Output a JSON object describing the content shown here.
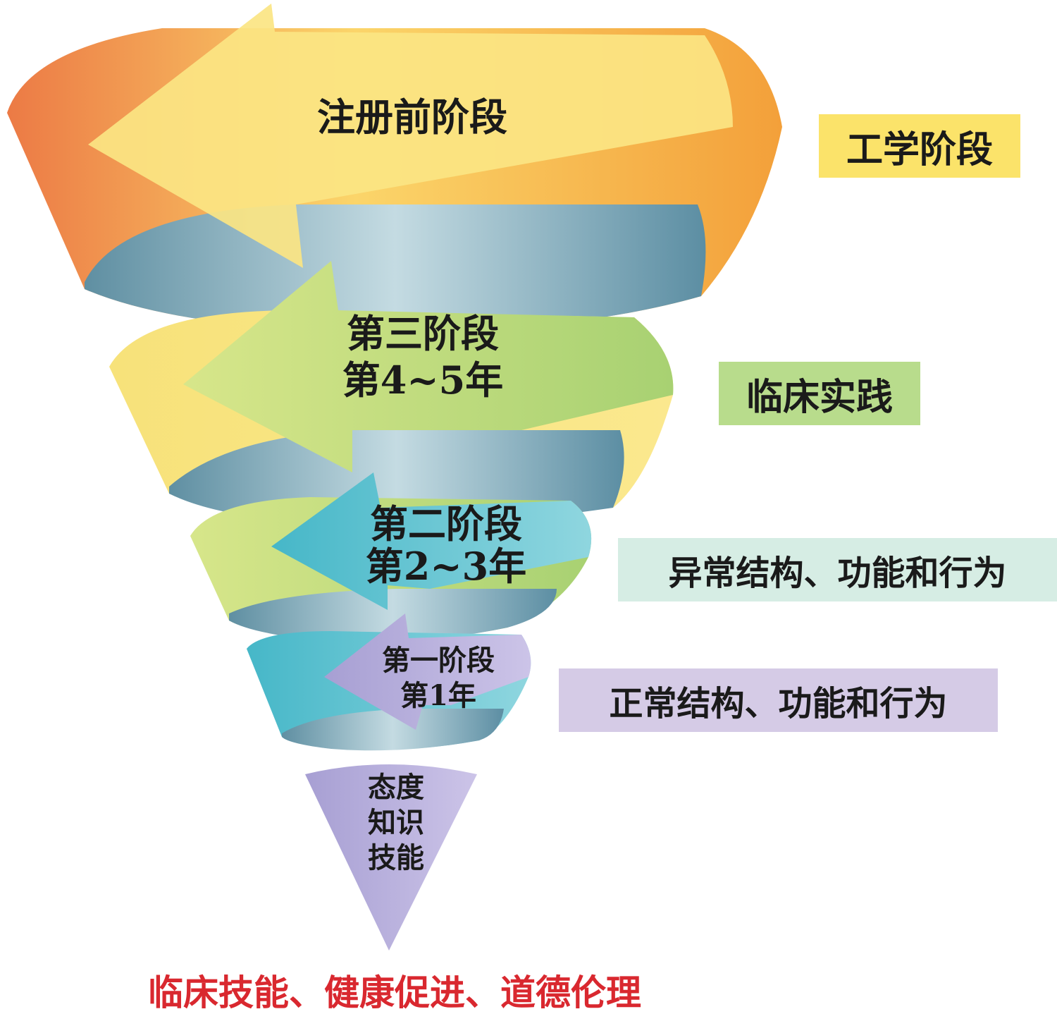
{
  "stages": {
    "pre_registration": {
      "title": "注册前阶段"
    },
    "third": {
      "title": "第三阶段",
      "years": "第4~5年"
    },
    "second": {
      "title": "第二阶段",
      "years": "第2~3年"
    },
    "first": {
      "title": "第一阶段",
      "years": "第1年"
    },
    "foundation": {
      "lines": [
        "态度",
        "知识",
        "技能"
      ]
    }
  },
  "tags": {
    "engineering": "工学阶段",
    "clinical": "临床实践",
    "abnormal": "异常结构、功能和行为",
    "normal": "正常结构、功能和行为"
  },
  "caption": "临床技能、健康促进、道德伦理",
  "colors": {
    "orange": "#f4a23a",
    "yellow": "#fbe07a",
    "green": "#bcd97a",
    "teal": "#5cc0cf",
    "lavender": "#bbb3dd",
    "inner_blue": "#a9c7d2",
    "tag_yellow": "#fbe36a",
    "tag_green": "#b8dc8c",
    "tag_mint": "#d6ede4",
    "tag_lavender": "#d5cbe6",
    "caption_red": "#d9282f"
  }
}
